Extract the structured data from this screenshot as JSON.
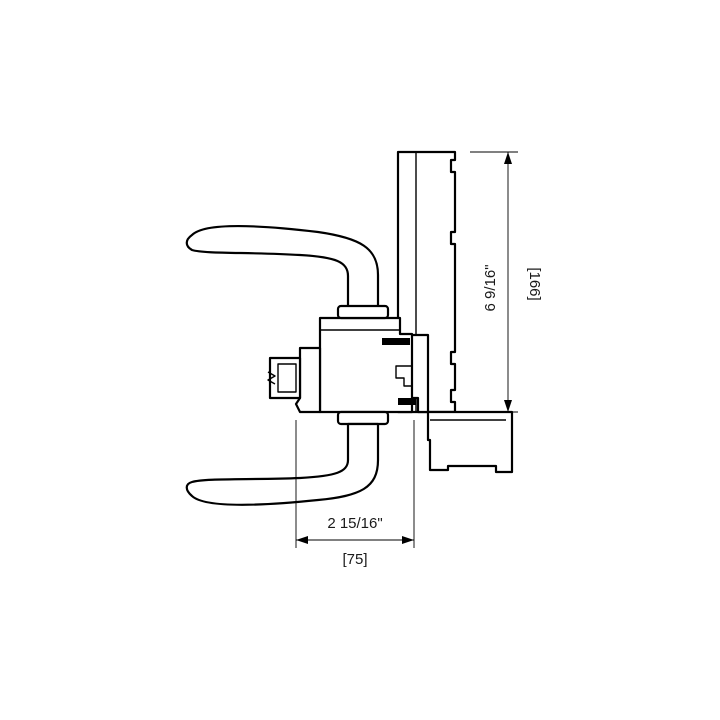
{
  "diagram": {
    "dimensions": {
      "height_imperial": "6 9/16\"",
      "height_metric": "[166]",
      "depth_imperial": "2 15/16\"",
      "depth_metric": "[75]"
    },
    "colors": {
      "line": "#000000",
      "background": "#ffffff"
    }
  }
}
